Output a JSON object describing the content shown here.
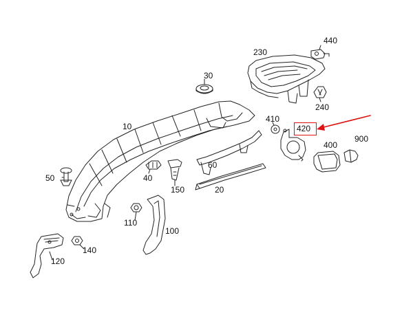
{
  "diagram": {
    "callouts": [
      {
        "id": "c440",
        "text": "440"
      },
      {
        "id": "c230",
        "text": "230"
      },
      {
        "id": "c30",
        "text": "30"
      },
      {
        "id": "c240",
        "text": "240"
      },
      {
        "id": "c10",
        "text": "10"
      },
      {
        "id": "c410",
        "text": "410"
      },
      {
        "id": "c420",
        "text": "420"
      },
      {
        "id": "c900",
        "text": "900"
      },
      {
        "id": "c400",
        "text": "400"
      },
      {
        "id": "c60",
        "text": "60"
      },
      {
        "id": "c50",
        "text": "50"
      },
      {
        "id": "c40",
        "text": "40"
      },
      {
        "id": "c150",
        "text": "150"
      },
      {
        "id": "c20",
        "text": "20"
      },
      {
        "id": "c110",
        "text": "110"
      },
      {
        "id": "c100",
        "text": "100"
      },
      {
        "id": "c140",
        "text": "140"
      },
      {
        "id": "c120",
        "text": "120"
      }
    ],
    "highlight": {
      "callout": "420",
      "color": "#e01010"
    },
    "line_color": "#222222"
  }
}
